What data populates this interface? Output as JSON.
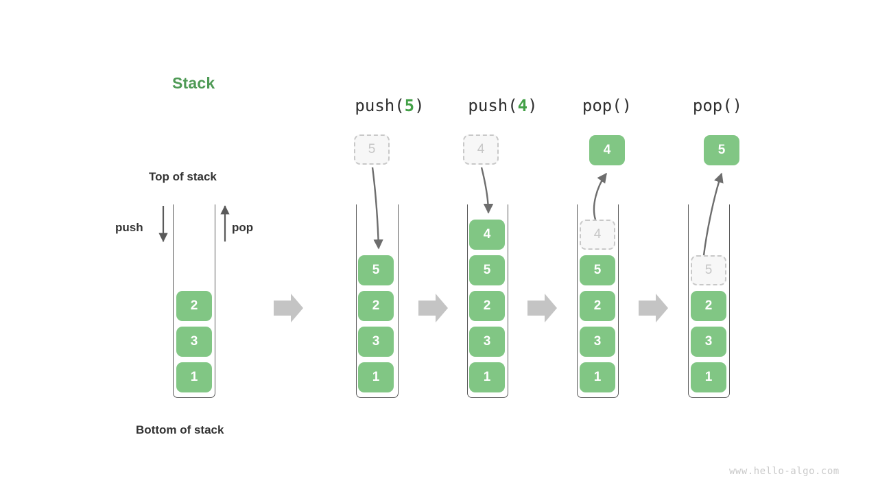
{
  "diagram": {
    "title": "Stack",
    "title_color": "#4e9a55",
    "watermark": "www.hello-algo.com",
    "labels": {
      "top_of_stack": "Top of stack",
      "bottom_of_stack": "Bottom of stack",
      "push": "push",
      "pop": "pop"
    },
    "accent_green": "#81c684",
    "ghost_fill": "#f7f7f7",
    "ghost_border": "#c8c8c8"
  },
  "columns": [
    {
      "id": "initial",
      "op_prefix": "",
      "op_arg": "",
      "op_suffix": "",
      "stack": [
        "2",
        "3",
        "1"
      ],
      "floating": null,
      "ghost_in_stack": null
    },
    {
      "id": "push-5",
      "op_prefix": "push(",
      "op_arg": "5",
      "op_suffix": ")",
      "stack": [
        "5",
        "2",
        "3",
        "1"
      ],
      "floating": {
        "value": "5",
        "style": "ghost"
      },
      "ghost_in_stack": null
    },
    {
      "id": "push-4",
      "op_prefix": "push(",
      "op_arg": "4",
      "op_suffix": ")",
      "stack": [
        "4",
        "5",
        "2",
        "3",
        "1"
      ],
      "floating": {
        "value": "4",
        "style": "ghost"
      },
      "ghost_in_stack": null
    },
    {
      "id": "pop-4",
      "op_prefix": "pop(",
      "op_arg": "",
      "op_suffix": ")",
      "stack": [
        "5",
        "2",
        "3",
        "1"
      ],
      "floating": {
        "value": "4",
        "style": "solid"
      },
      "ghost_in_stack": {
        "value": "4"
      }
    },
    {
      "id": "pop-5",
      "op_prefix": "pop(",
      "op_arg": "",
      "op_suffix": ")",
      "stack": [
        "2",
        "3",
        "1"
      ],
      "floating": {
        "value": "5",
        "style": "solid"
      },
      "ghost_in_stack": {
        "value": "5"
      }
    }
  ],
  "transition_arrows": [
    "step-1",
    "step-2",
    "step-3",
    "step-4"
  ]
}
